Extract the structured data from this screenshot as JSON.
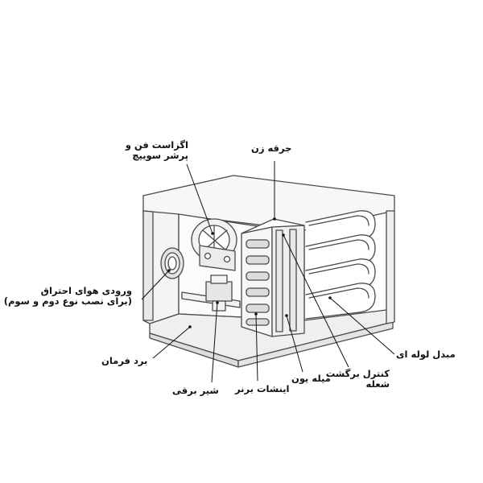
{
  "colors": {
    "line": "#4a4a4a",
    "fill": "#f7f7f7",
    "shade": "#dcdcdc",
    "leader": "#111111",
    "text": "#111111"
  },
  "labels": {
    "igniter": "جرقه زن",
    "fan_exhaust_line1": "اگزاست فن و",
    "fan_exhaust_line2": "پرشر سوییچ",
    "combustion_air_line1": "ورودی هوای احتراق",
    "combustion_air_line2": "(برای نصب نوع دوم و سوم)",
    "control_board": "برد فرمان",
    "electric_valve": "شیر برقی",
    "burner_manifold": "اینشات برنر",
    "ion_rod": "میله یون",
    "flame_rollout_line1": "کنترل برگشت",
    "flame_rollout_line2": "شعله",
    "tube_exchanger": "مبدل لوله ای"
  }
}
